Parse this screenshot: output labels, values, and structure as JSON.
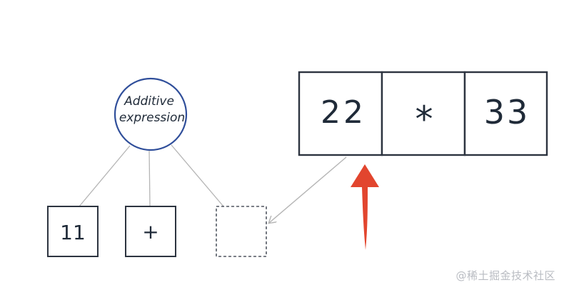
{
  "root_node": {
    "label_line1": "Additive",
    "label_line2": "expression",
    "border_color": "#2f4e9a"
  },
  "tree_children": [
    {
      "label": "11"
    },
    {
      "label": "+"
    },
    {
      "label": ""
    }
  ],
  "token_stream": [
    {
      "label": "22"
    },
    {
      "label": "*"
    },
    {
      "label": "33"
    }
  ],
  "colors": {
    "stroke": "#2d3440",
    "connector": "#b5b5b5",
    "arrow": "#e2452e",
    "watermark": "#b9bcc2"
  },
  "watermark": "@稀土掘金技术社区"
}
